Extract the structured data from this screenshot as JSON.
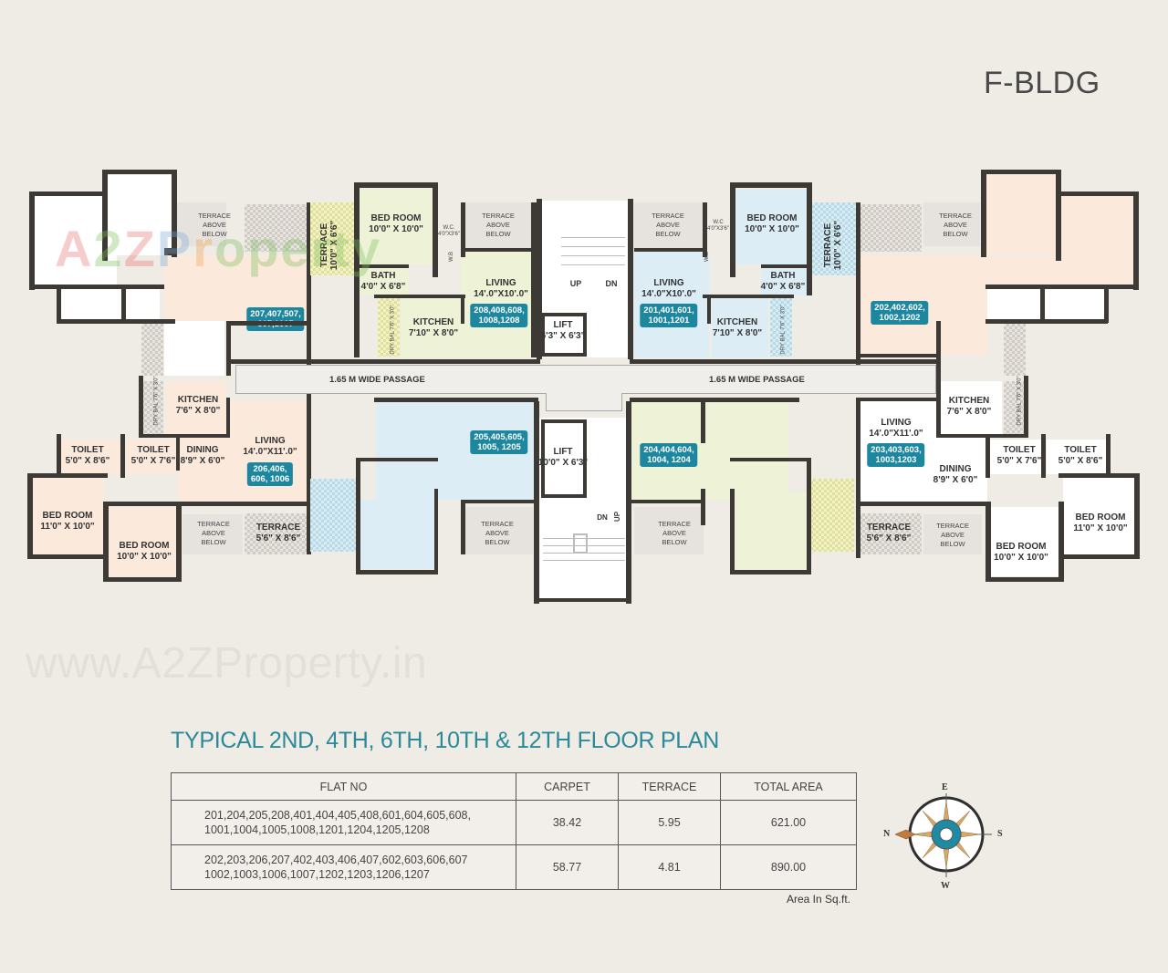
{
  "building": {
    "title": "F-BLDG"
  },
  "watermark": {
    "url_text": "www.A2ZProperty.in",
    "logo_text": "A2ZProperty"
  },
  "plan": {
    "title": "TYPICAL 2ND, 4TH, 6TH, 10TH & 12TH FLOOR PLAN",
    "passage": {
      "left_label": "1.65 M WIDE PASSAGE",
      "right_label": "1.65 M WIDE PASSAGE"
    },
    "core": {
      "lift_top": {
        "name": "LIFT",
        "size": "6'3\" X 6'3\""
      },
      "lift_bottom": {
        "name": "LIFT",
        "size": "10'0\" X 6'3\""
      },
      "stair_top": {
        "up": "UP",
        "dn": "DN"
      },
      "stair_bottom": {
        "up": "UP",
        "dn": "DN"
      }
    },
    "flats": {
      "top_left": {
        "badge": "207,407,507,\n607,1007",
        "terrace_above_below": "TERRACE\nABOVE\nBELOW"
      },
      "top_center_left": {
        "badge": "208,408,608,\n1008,1208",
        "bed_room": {
          "name": "BED ROOM",
          "size": "10'0\" X 10'0\""
        },
        "terrace": {
          "name": "TERRACE",
          "size": "10'0\" X 6'6\""
        },
        "wc": {
          "name": "W.C.",
          "size": "4'0\"X3'6\""
        },
        "wb": "W.B",
        "bath": {
          "name": "BATH",
          "size": "4'0\" X 6'8\""
        },
        "living": {
          "name": "LIVING",
          "size": "14'.0\"X10'.0\""
        },
        "kitchen": {
          "name": "KITCHEN",
          "size": "7'10\" X 8'0\""
        },
        "dry_bal": {
          "name": "DRY BAL",
          "size": "7'6\" X 3'0\""
        },
        "terrace_above_below": "TERRACE\nABOVE\nBELOW"
      },
      "top_center_right": {
        "badge": "201,401,601,\n1001,1201",
        "bed_room": {
          "name": "BED ROOM",
          "size": "10'0\" X 10'0\""
        },
        "terrace": {
          "name": "TERRACE",
          "size": "10'0\" X 6'6\""
        },
        "wc": {
          "name": "W.C",
          "size": "4'0\"X3'6\""
        },
        "wb": "W.B",
        "bath": {
          "name": "BATH",
          "size": "4'0\" X 6'8\""
        },
        "living": {
          "name": "LIVING",
          "size": "14'.0\"X10'.0\""
        },
        "kitchen": {
          "name": "KITCHEN",
          "size": "7'10\" X 8'0\""
        },
        "dry_bal": {
          "name": "DRY BAL",
          "size": "7'6\" X 3'0\""
        },
        "terrace_above_below": "TERRACE\nABOVE\nBELOW"
      },
      "top_right": {
        "badge": "202,402,602,\n1002,1202",
        "terrace_above_below": "TERRACE\nABOVE\nBELOW"
      },
      "bottom_left": {
        "badge": "206,406,\n606, 1006",
        "kitchen": {
          "name": "KITCHEN",
          "size": "7'6\" X 8'0\""
        },
        "dry_bal": {
          "name": "DRY BAL",
          "size": "7'6\" X 3'0\""
        },
        "toilet_1": {
          "name": "TOILET",
          "size": "5'0\" X 8'6\""
        },
        "toilet_2": {
          "name": "TOILET",
          "size": "5'0\" X 7'6\""
        },
        "dining": {
          "name": "DINING",
          "size": "8'9\" X 6'0\""
        },
        "living": {
          "name": "LIVING",
          "size": "14'.0\"X11'.0\""
        },
        "bed_room_1": {
          "name": "BED ROOM",
          "size": "11'0\" X 10'0\""
        },
        "bed_room_2": {
          "name": "BED ROOM",
          "size": "10'0\" X 10'0\""
        },
        "terrace": {
          "name": "TERRACE",
          "size": "5'6\" X 8'6\""
        },
        "terrace_above_below": "TERRACE\nABOVE\nBELOW"
      },
      "bottom_center_left": {
        "badge": "205,405,605,\n1005, 1205",
        "terrace_above_below": "TERRACE\nABOVE\nBELOW"
      },
      "bottom_center_right": {
        "badge": "204,404,604,\n1004, 1204",
        "terrace_above_below": "TERRACE\nABOVE\nBELOW"
      },
      "bottom_right": {
        "badge": "203,403,603,\n1003,1203",
        "kitchen": {
          "name": "KITCHEN",
          "size": "7'6\" X 8'0\""
        },
        "dry_bal": {
          "name": "DRY BAL",
          "size": "7'6\" X 3'0\""
        },
        "toilet_1": {
          "name": "TOILET",
          "size": "5'0\" X 7'6\""
        },
        "toilet_2": {
          "name": "TOILET",
          "size": "5'0\" X 8'6\""
        },
        "dining": {
          "name": "DINING",
          "size": "8'9\" X 6'0\""
        },
        "living": {
          "name": "LIVING",
          "size": "14'.0\"X11'.0\""
        },
        "bed_room_1": {
          "name": "BED ROOM",
          "size": "11'0\" X 10'0\""
        },
        "bed_room_2": {
          "name": "BED ROOM",
          "size": "10'0\" X 10'0\""
        },
        "terrace": {
          "name": "TERRACE",
          "size": "5'6\" X 8'6\""
        },
        "terrace_above_below": "TERRACE\nABOVE\nBELOW"
      }
    }
  },
  "area_table": {
    "headers": [
      "FLAT NO",
      "CARPET",
      "TERRACE",
      "TOTAL AREA"
    ],
    "rows": [
      {
        "flats_line1": "201,204,205,208,401,404,405,408,601,604,605,608,",
        "flats_line2": "1001,1004,1005,1008,1201,1204,1205,1208",
        "carpet": "38.42",
        "terrace": "5.95",
        "total": "621.00"
      },
      {
        "flats_line1": "202,203,206,207,402,403,406,407,602,603,606,607",
        "flats_line2": "1002,1003,1006,1007,1202,1203,1206,1207",
        "carpet": "58.77",
        "terrace": "4.81",
        "total": "890.00"
      }
    ],
    "note": "Area In Sq.ft."
  },
  "compass": {
    "top": "E",
    "bottom": "W",
    "left": "N",
    "right": "S"
  },
  "colors": {
    "background": "#efebe5",
    "wall": "#3d3a36",
    "badge": "#1d87a0",
    "title_teal": "#2a8a99",
    "flat_peach": "#fbe9dc",
    "flat_green": "#eef2d6",
    "flat_blue": "#dcedf6"
  }
}
